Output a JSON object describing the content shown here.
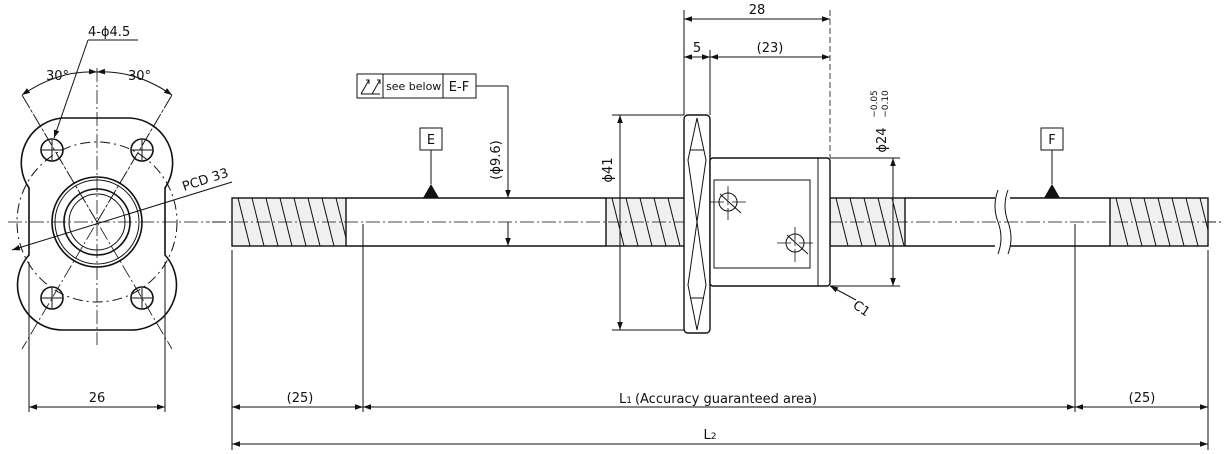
{
  "end_view": {
    "hole_callout": "4-ϕ4.5",
    "angle_left": "30°",
    "angle_right": "30°",
    "pcd": "PCD 33",
    "width": "26"
  },
  "tolerance_frame": {
    "note": "see below",
    "datum_ref": "E-F"
  },
  "datums": {
    "left": "E",
    "right": "F"
  },
  "shaft": {
    "diameter": "(ϕ9.6)",
    "left_end": "(25)",
    "right_end": "(25)",
    "accuracy_main": "L",
    "accuracy_sub": "1",
    "accuracy_note": "(Accuracy guaranteed area)",
    "total_main": "L",
    "total_sub": "2"
  },
  "nut": {
    "total_length": "28",
    "flange_width": "5",
    "body_length": "(23)",
    "flange_dia": "ϕ41",
    "body_dia": "ϕ24",
    "tol_upper": "−0.05",
    "tol_lower": "−0.10",
    "chamfer": "C1"
  }
}
